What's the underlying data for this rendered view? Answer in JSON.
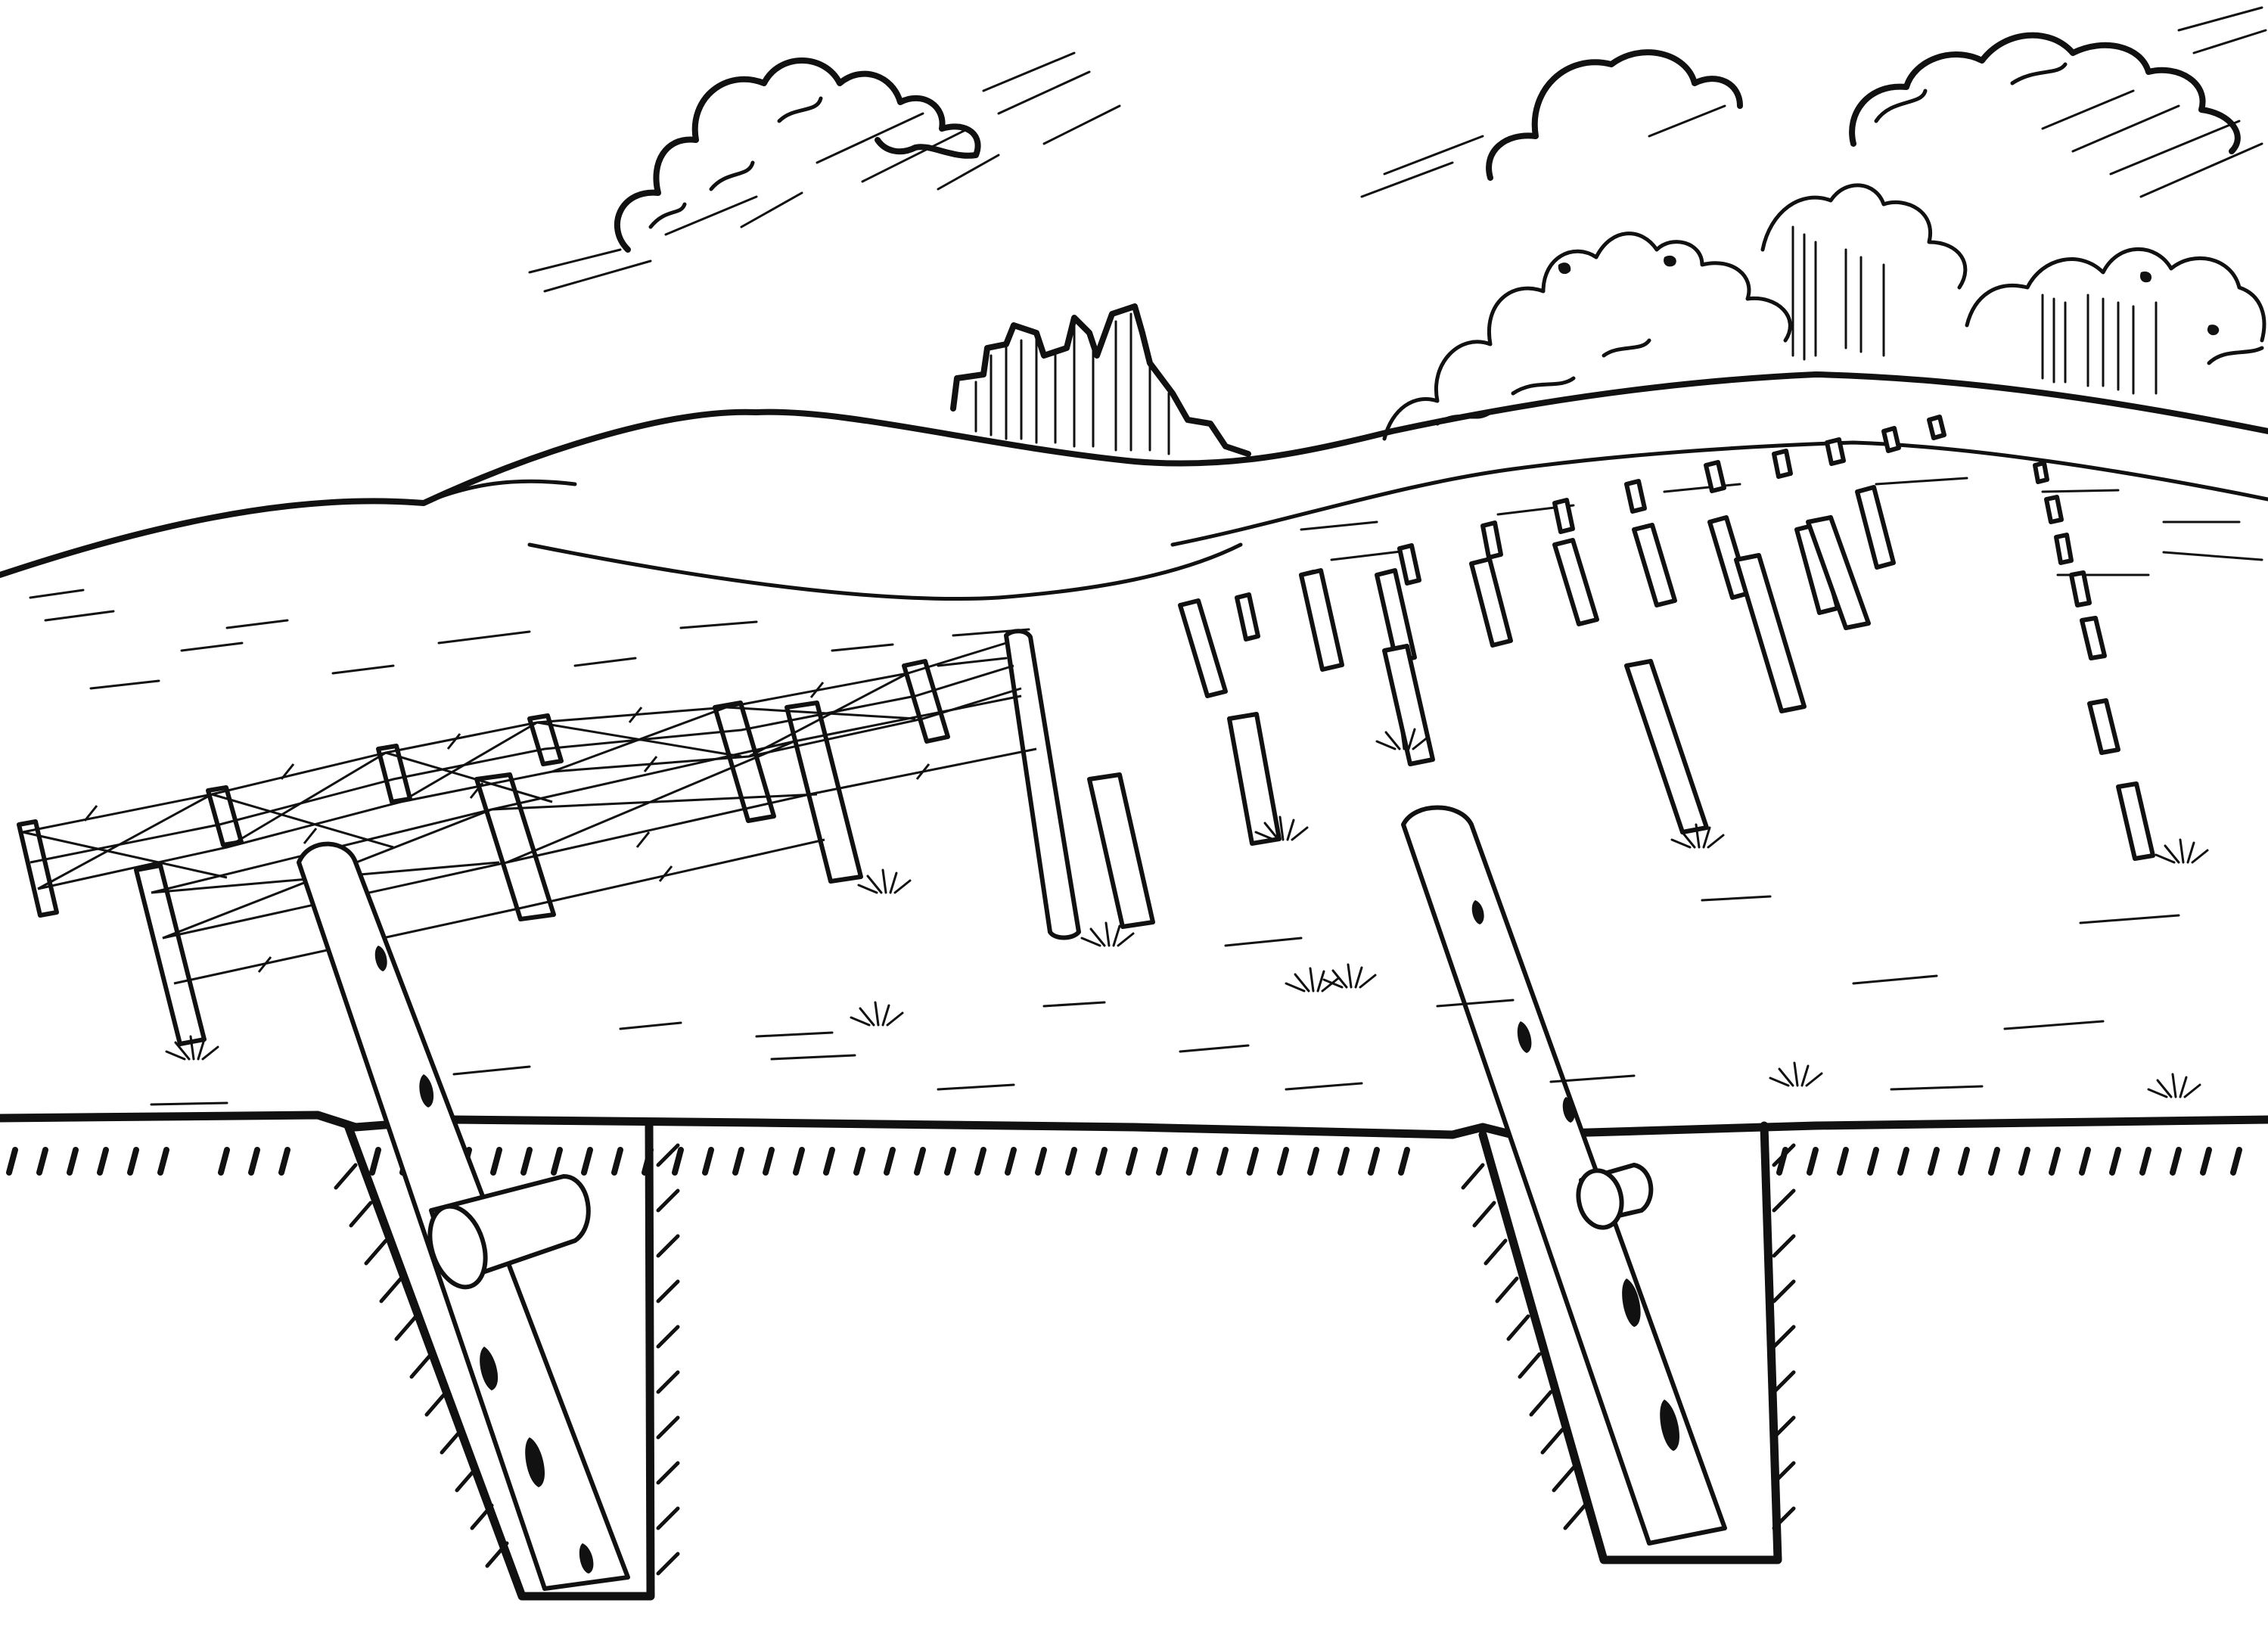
{
  "image": {
    "subject": "line-drawing",
    "palette": {
      "ink": "#111111",
      "paper": "#ffffff"
    }
  },
  "components": [
    "clouds",
    "treeline",
    "ruined-building",
    "hills",
    "field-posts",
    "barbed-wire",
    "ground-cross-section",
    "buried-post-left",
    "buried-post-right",
    "grass-tufts"
  ]
}
